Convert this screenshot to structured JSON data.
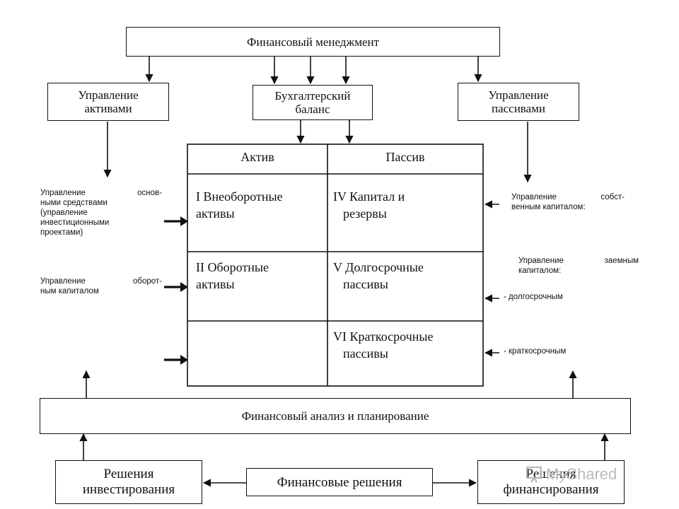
{
  "top": {
    "title": "Финансовый менеджмент"
  },
  "assets_mgmt": {
    "line1": "Управление",
    "line2": "активами"
  },
  "balance": {
    "line1": "Бухгалтерский",
    "line2": "баланс"
  },
  "liabilities_mgmt": {
    "line1": "Управление",
    "line2": "пассивами"
  },
  "table": {
    "head_left": "Актив",
    "head_right": "Пассив",
    "r1_left_1": "I Внеоборотные",
    "r1_left_2": "активы",
    "r1_right_1": "IV Капитал и",
    "r1_right_2": "резервы",
    "r2_left_1": "II Оборотные",
    "r2_left_2": "активы",
    "r2_right_1": "V Долгосрочные",
    "r2_right_2": "пассивы",
    "r3_right_1": "VI Краткосрочные",
    "r3_right_2": "пассивы"
  },
  "left_notes": {
    "fixed_1": "Управление основ-",
    "fixed_2": "ными средствами",
    "fixed_3": "(управление",
    "fixed_4": "инвестиционными",
    "fixed_5": "проектами)",
    "working_1": "Управление оборот-",
    "working_2": "ным капиталом"
  },
  "right_notes": {
    "equity_1": "Управление собст-",
    "equity_2": "венным капиталом:",
    "debt_1": "Управление заемным",
    "debt_2": "капиталом:",
    "longterm": "- долгосрочным",
    "shortterm": "- краткосрочным"
  },
  "analysis": {
    "title": "Финансовый анализ и планирование"
  },
  "invest": {
    "line1": "Решения",
    "line2": "инвестирования"
  },
  "fin_decisions": {
    "title": "Финансовые решения"
  },
  "financing": {
    "line1": "Решения",
    "line2": "финансирования"
  },
  "watermark": {
    "text": "MyShared"
  }
}
